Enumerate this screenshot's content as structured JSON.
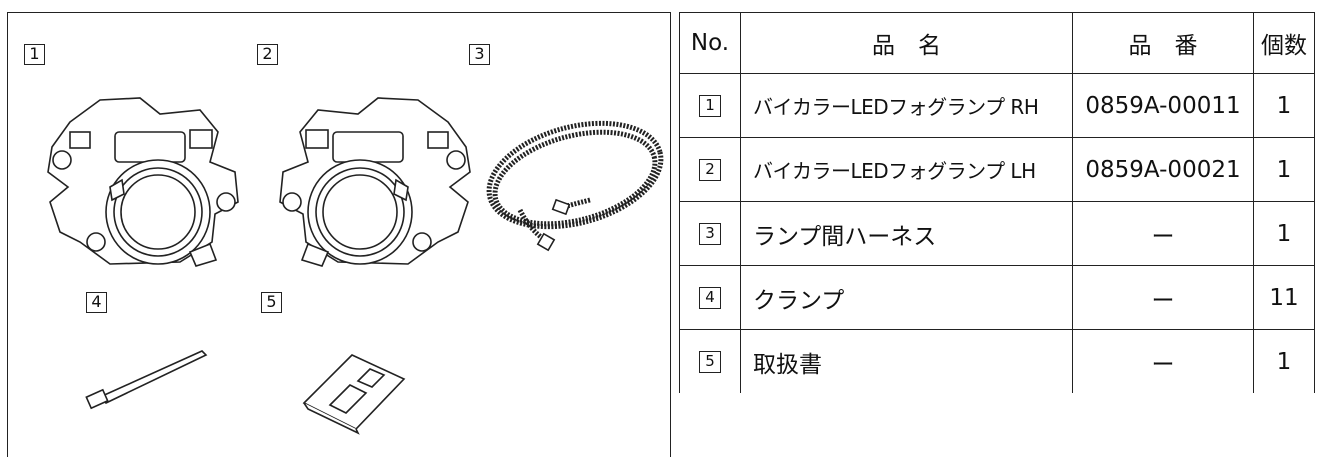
{
  "illustration_badges": [
    "1",
    "2",
    "3",
    "4",
    "5"
  ],
  "table": {
    "headers": {
      "no": "No.",
      "name": "品　名",
      "part_number": "品　番",
      "qty": "個数"
    },
    "rows": [
      {
        "no": "1",
        "name": "バイカラーLEDフォグランプ RH",
        "part_number": "0859A-00011",
        "qty": "1"
      },
      {
        "no": "2",
        "name": "バイカラーLEDフォグランプ LH",
        "part_number": "0859A-00021",
        "qty": "1"
      },
      {
        "no": "3",
        "name": "ランプ間ハーネス",
        "part_number": "ー",
        "qty": "1"
      },
      {
        "no": "4",
        "name": "クランプ",
        "part_number": "ー",
        "qty": "11"
      },
      {
        "no": "5",
        "name": "取扱書",
        "part_number": "ー",
        "qty": "1"
      }
    ]
  }
}
